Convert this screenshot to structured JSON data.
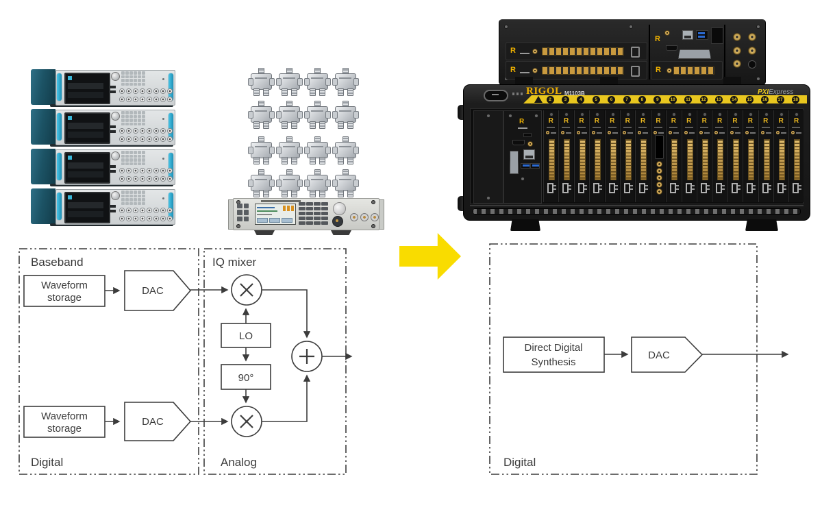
{
  "colors": {
    "arrow_yellow": "#F9DC00",
    "stripe_yellow": "#E9C71F",
    "rigol_gold": "#F2B300",
    "connector_gold": "#C79A43",
    "handle_teal": "#2FA8CC",
    "chassis_black": "#1B1B1B",
    "diagram_stroke": "#3C3C3C"
  },
  "equipment": {
    "awg_stack": {
      "units": 4
    },
    "splitters": {
      "rows": 4,
      "cols": 4
    },
    "rf_generator": {},
    "rear_controller": {
      "logo": "R"
    },
    "pxi_chassis": {
      "brand": "RIGOL",
      "model": "M1103B",
      "platform_pxi": "PXI",
      "platform_express": "Express",
      "module_logo": "R",
      "module_count": 17,
      "slot_numbers": [
        "2",
        "3",
        "4",
        "5",
        "6",
        "7",
        "8",
        "9",
        "10",
        "11",
        "12",
        "13",
        "14",
        "15",
        "16",
        "17",
        "18"
      ]
    }
  },
  "diagram_left": {
    "region1_label": "Baseband",
    "region2_label": "IQ mixer",
    "region1_footer": "Digital",
    "region2_footer": "Analog",
    "waveform_line1": "Waveform",
    "waveform_line2": "storage",
    "dac_label": "DAC",
    "lo_label": "LO",
    "phase_label": "90°"
  },
  "diagram_right": {
    "dds_line1": "Direct Digital",
    "dds_line2": "Synthesis",
    "dac_label": "DAC",
    "footer_label": "Digital"
  }
}
